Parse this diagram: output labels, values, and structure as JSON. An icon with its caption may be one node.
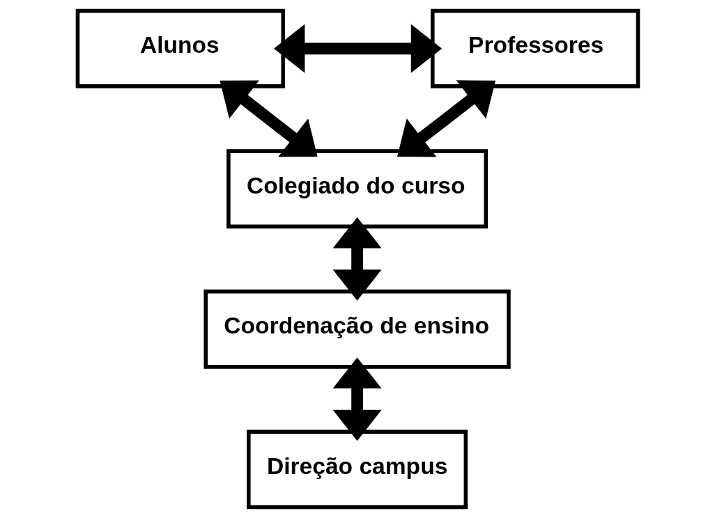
{
  "diagram": {
    "nodes": [
      {
        "text": [
          "Alunos"
        ]
      },
      {
        "text": [
          "Professores"
        ]
      },
      {
        "text": [
          "Colegiado do curso"
        ]
      },
      {
        "text": [
          "Coordenação de ensino"
        ]
      },
      {
        "text": [
          "Direção campus"
        ]
      }
    ],
    "edges": [
      {
        "from": 0,
        "to": 1,
        "arrow": "both"
      },
      {
        "from": 0,
        "to": 2,
        "arrow": "both"
      },
      {
        "from": 1,
        "to": 2,
        "arrow": "both"
      },
      {
        "from": 2,
        "to": 3,
        "arrow": "both"
      },
      {
        "from": 3,
        "to": 4,
        "arrow": "both"
      }
    ]
  }
}
